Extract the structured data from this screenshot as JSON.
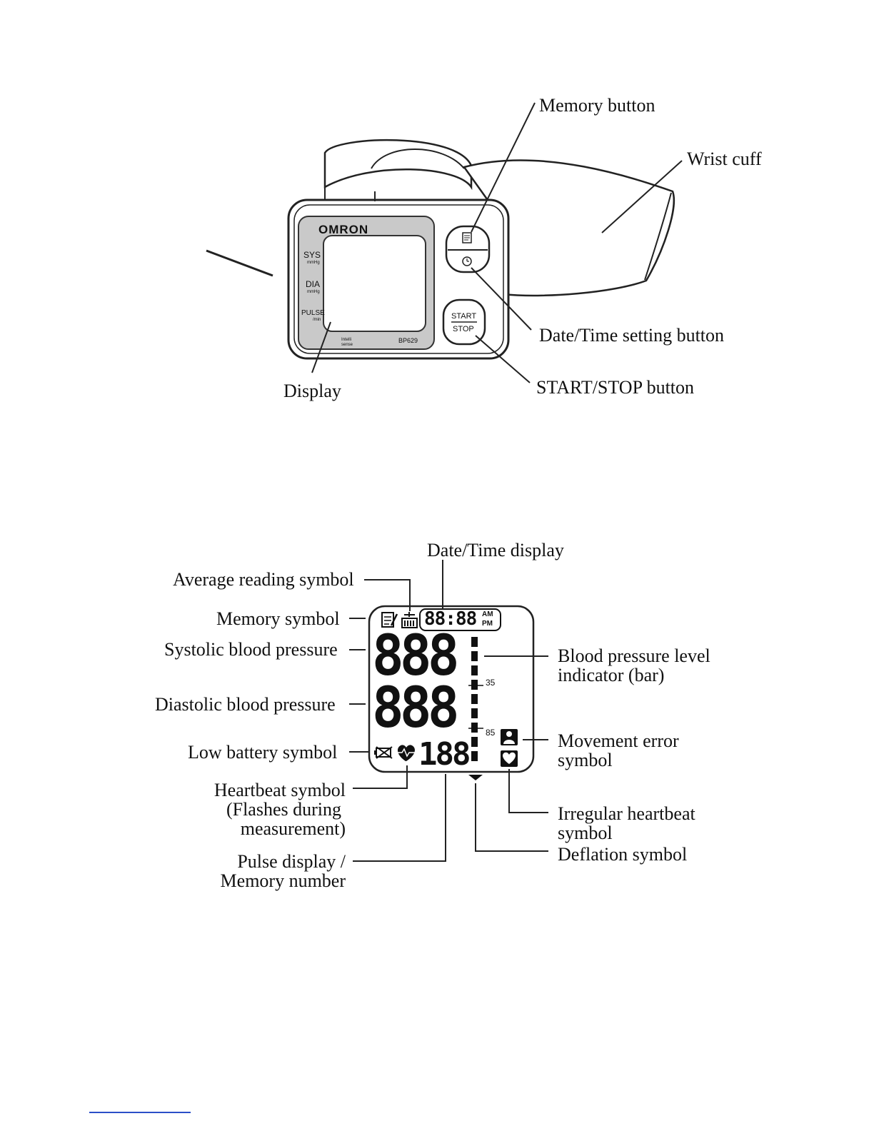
{
  "device": {
    "brand": "OMRON",
    "model": "BP629",
    "sense_logo_line1": "Intelli",
    "sense_logo_line2": "sense",
    "side_labels": {
      "sys": "SYS",
      "sys_unit": "mmHg",
      "dia": "DIA",
      "dia_unit": "mmHg",
      "pulse": "PULSE",
      "pulse_unit": "/min"
    },
    "start_label": "START",
    "stop_label": "STOP"
  },
  "device_labels": {
    "memory_button": "Memory button",
    "wrist_cuff": "Wrist cuff",
    "date_time_button": "Date/Time setting button",
    "start_stop_button": "START/STOP button",
    "display": "Display"
  },
  "lcd": {
    "date_time_digits": "88:88",
    "am": "AM",
    "pm": "PM",
    "systolic_digits": "888",
    "diastolic_digits": "888",
    "pulse_digits": "188",
    "level_tick_1": "35",
    "level_tick_2": "85"
  },
  "lcd_labels": {
    "date_time_display": "Date/Time display",
    "average_reading": "Average reading symbol",
    "memory_symbol": "Memory symbol",
    "systolic": "Systolic blood pressure",
    "diastolic": "Diastolic blood pressure",
    "low_battery": "Low battery symbol",
    "heartbeat_line1": "Heartbeat symbol",
    "heartbeat_line2": "(Flashes during",
    "heartbeat_line3": "measurement)",
    "pulse_line1": "Pulse display /",
    "pulse_line2": "Memory number",
    "bp_level_line1": "Blood pressure level",
    "bp_level_line2": "indicator (bar)",
    "movement_line1": "Movement error",
    "movement_line2": "symbol",
    "irregular_line1": "Irregular heartbeat",
    "irregular_line2": "symbol",
    "deflation": "Deflation symbol"
  }
}
